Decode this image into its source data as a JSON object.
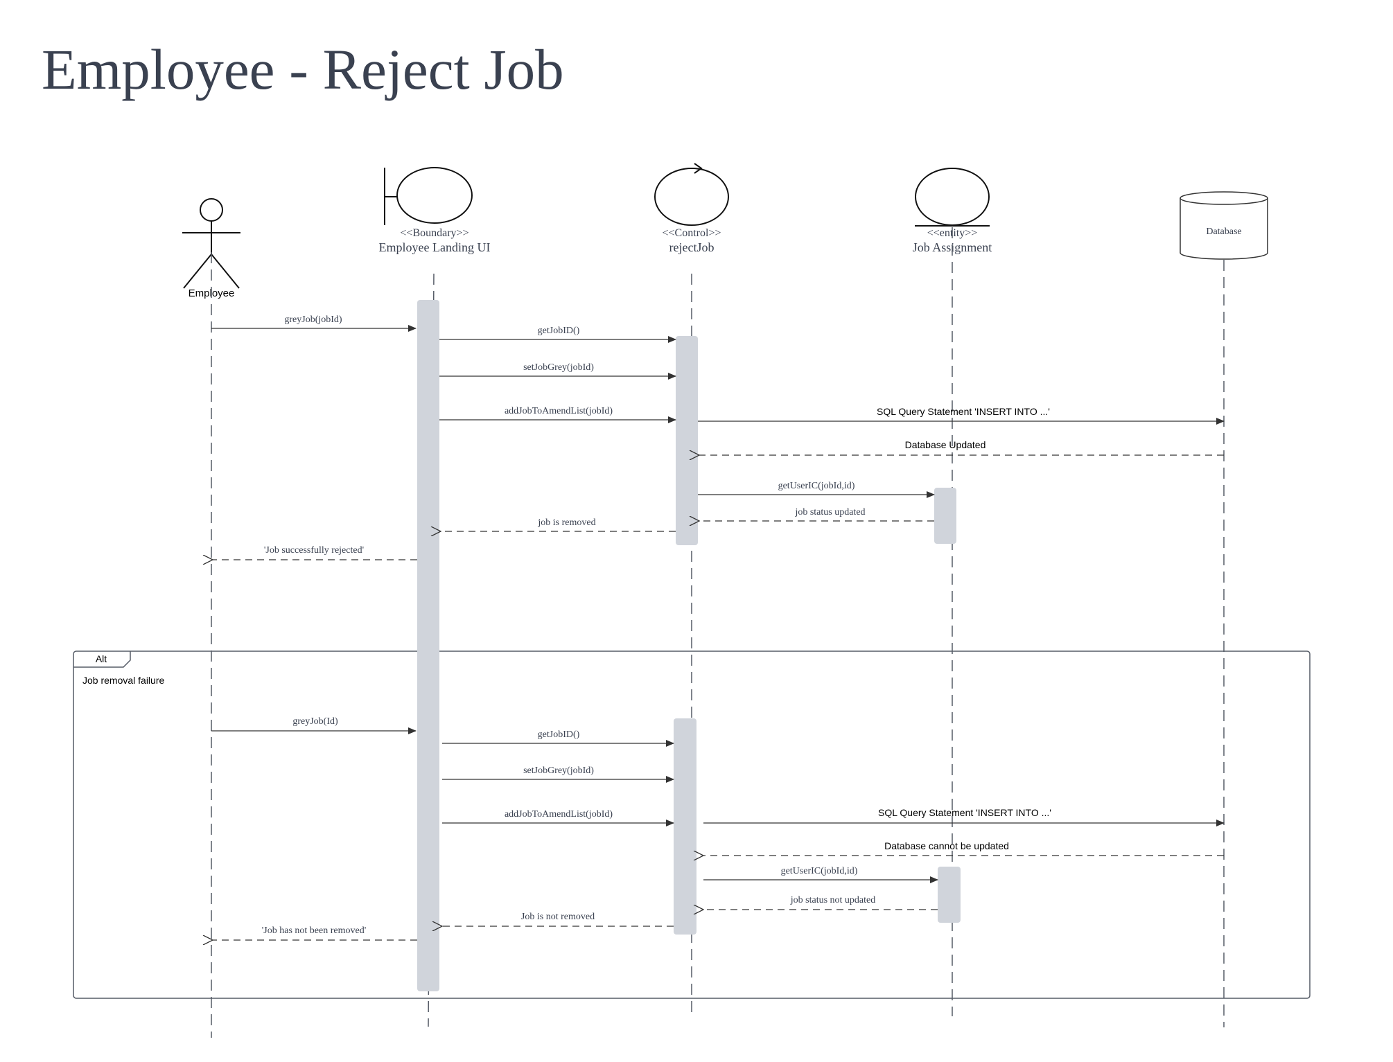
{
  "title": "Employee - Reject Job",
  "participants": {
    "employee": {
      "name": "Employee"
    },
    "ui": {
      "stereotype": "<<Boundary>>",
      "name": "Employee Landing UI"
    },
    "control": {
      "stereotype": "<<Control>>",
      "name": "rejectJob"
    },
    "entity": {
      "stereotype": "<<entity>>",
      "name": "Job Assignment"
    },
    "database": {
      "name": "Database"
    }
  },
  "main_flow": {
    "m1": "greyJob(jobId)",
    "m2": "getJobID()",
    "m3": "setJobGrey(jobId)",
    "m4": "addJobToAmendList(jobId)",
    "m5": "SQL Query Statement 'INSERT INTO ...'",
    "m6": "Database Updated",
    "m7": "getUserIC(jobId,id)",
    "m8": "job status updated",
    "m9": "job is removed",
    "m10": "'Job successfully rejected'"
  },
  "alt_fragment": {
    "operator": "Alt",
    "guard": "Job removal failure",
    "m1": "greyJob(Id)",
    "m2": "getJobID()",
    "m3": "setJobGrey(jobId)",
    "m4": "addJobToAmendList(jobId)",
    "m5": "SQL Query Statement 'INSERT INTO ...'",
    "m6": "Database cannot be updated",
    "m7": "getUserIC(jobId,id)",
    "m8": "job status not updated",
    "m9": "Job is not removed",
    "m10": "'Job has not been removed'"
  }
}
